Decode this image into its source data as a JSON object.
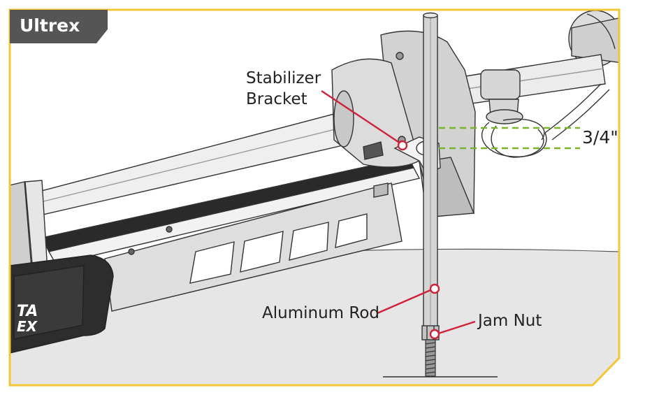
{
  "header": {
    "tag": "Ultrex"
  },
  "callouts": {
    "stabilizer_line1": "Stabilizer",
    "stabilizer_line2": "Bracket",
    "aluminum_rod": "Aluminum Rod",
    "jam_nut": "Jam Nut",
    "measurement": "3/4\""
  },
  "colors": {
    "frame": "#f4c534",
    "tag_bg": "#555555",
    "callout": "#d0213a",
    "dimension": "#7ab42e",
    "line_art": "#333333"
  }
}
